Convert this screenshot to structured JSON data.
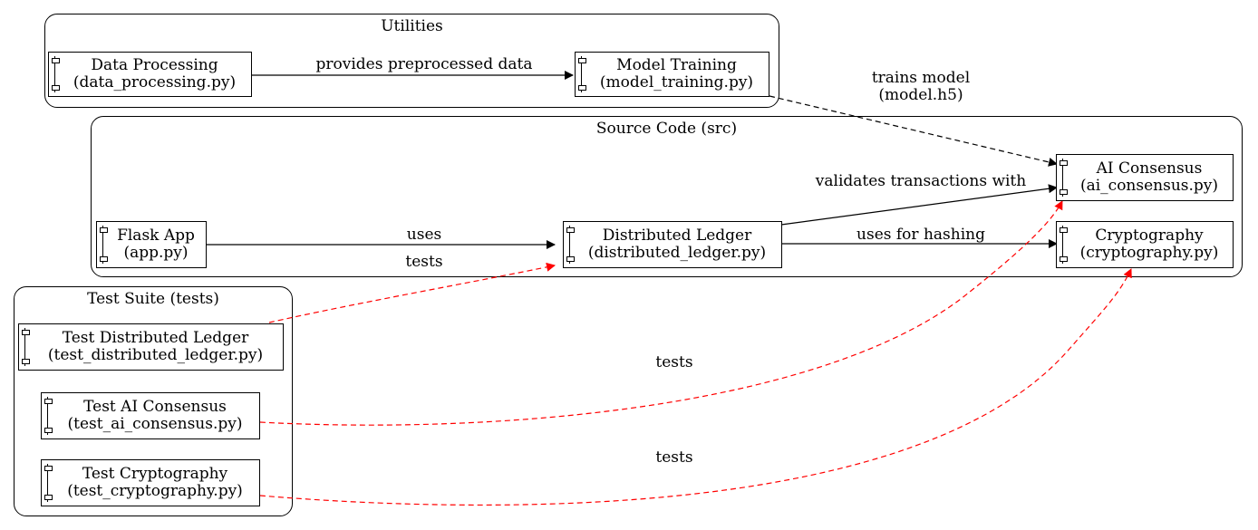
{
  "clusters": {
    "utilities": "Utilities",
    "source": "Source Code (src)",
    "tests": "Test Suite (tests)"
  },
  "nodes": {
    "data_processing": {
      "name": "Data Processing",
      "file": "(data_processing.py)"
    },
    "model_training": {
      "name": "Model Training",
      "file": "(model_training.py)"
    },
    "flask_app": {
      "name": "Flask App",
      "file": "(app.py)"
    },
    "distributed_ledger": {
      "name": "Distributed Ledger",
      "file": "(distributed_ledger.py)"
    },
    "ai_consensus": {
      "name": "AI Consensus",
      "file": "(ai_consensus.py)"
    },
    "cryptography": {
      "name": "Cryptography",
      "file": "(cryptography.py)"
    },
    "test_distributed_ledger": {
      "name": "Test Distributed Ledger",
      "file": "(test_distributed_ledger.py)"
    },
    "test_ai_consensus": {
      "name": "Test AI Consensus",
      "file": "(test_ai_consensus.py)"
    },
    "test_cryptography": {
      "name": "Test Cryptography",
      "file": "(test_cryptography.py)"
    }
  },
  "edges": {
    "provides": "provides preprocessed data",
    "trains_line1": "trains model",
    "trains_line2": "(model.h5)",
    "validates": "validates transactions with",
    "uses": "uses",
    "hashing": "uses for hashing",
    "tests_ledger": "tests",
    "tests_ai": "tests",
    "tests_crypto": "tests"
  },
  "colors": {
    "solid_edge": "#000000",
    "test_edge": "#ff0000"
  }
}
